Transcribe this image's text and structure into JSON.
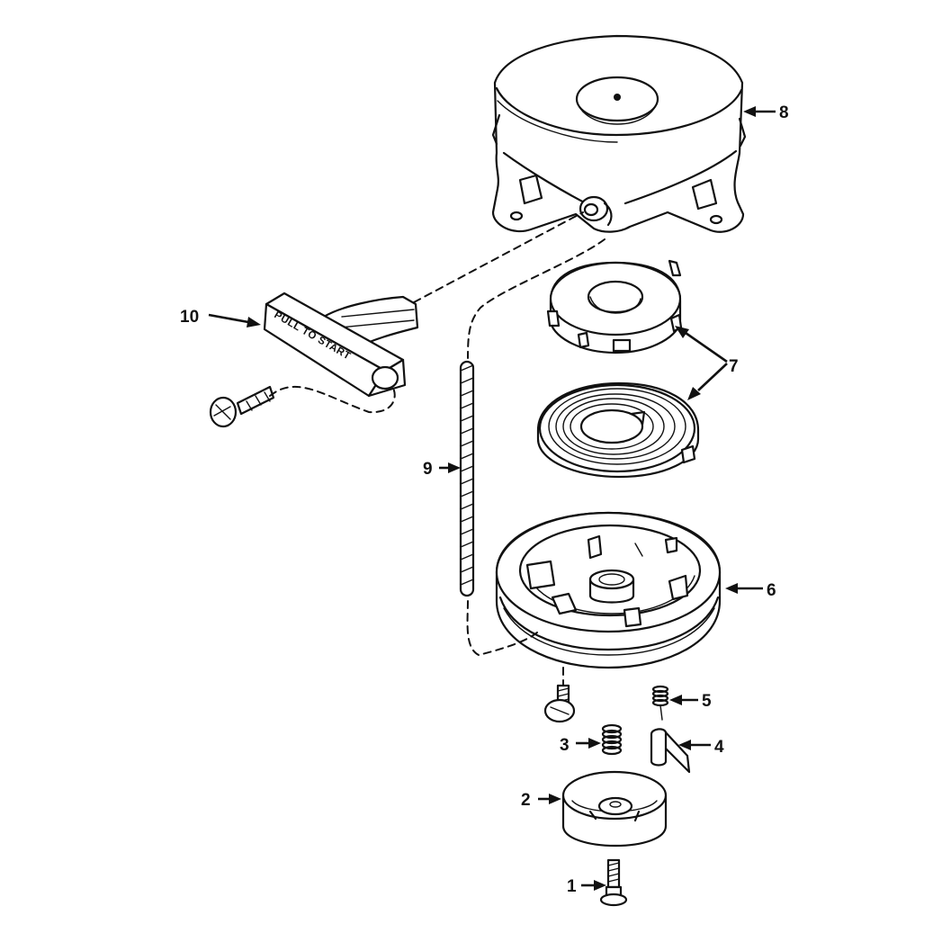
{
  "diagram": {
    "handle_text": "PULL TO START",
    "callouts": {
      "c1": "1",
      "c2": "2",
      "c3": "3",
      "c4": "4",
      "c5": "5",
      "c6": "6",
      "c7": "7",
      "c8": "8",
      "c9": "9",
      "c10": "10"
    }
  }
}
